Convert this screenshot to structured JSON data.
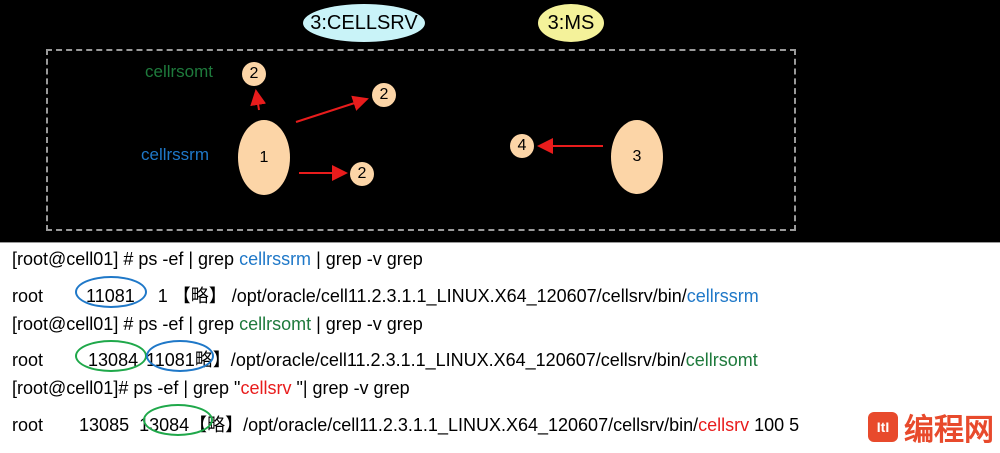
{
  "diagram": {
    "bubble_cellsrv": "3:CELLSRV",
    "bubble_ms": "3:MS",
    "label_cellrsomt": "cellrsomt",
    "label_cellrssrm": "cellrssrm",
    "node_1": "1",
    "node_2a": "2",
    "node_2b": "2",
    "node_2c": "2",
    "node_3": "3",
    "node_4": "4",
    "colors": {
      "node_fill": "#fcd5a7",
      "arrow": "#e81c1c",
      "blue": "#1f78c8",
      "green": "#1e7a3c"
    }
  },
  "terminal": {
    "l1": {
      "prefix": "[root@cell01] # ps -ef | grep ",
      "hl": "cellrssrm",
      "suffix": " | grep -v grep"
    },
    "l2": {
      "user": "root",
      "pid": "11081",
      "rest": "1 【略】 /opt/oracle/cell11.2.3.1.1_LINUX.X64_120607/cellsrv/bin/",
      "proc": "cellrssrm"
    },
    "l3": {
      "prefix": "[root@cell01] # ps -ef | grep ",
      "hl": "cellrsomt",
      "suffix": " | grep -v grep"
    },
    "l4": {
      "user": "root",
      "pid": "13084",
      "ppid": "11081",
      "rest": "略】/opt/oracle/cell11.2.3.1.1_LINUX.X64_120607/cellsrv/bin/",
      "proc": "cellrsomt"
    },
    "l5": {
      "prefix": "[root@cell01]# ps -ef | grep \"",
      "hl": "cellsrv",
      "suffix": " \"| grep -v grep"
    },
    "l6": {
      "user": "root",
      "pid": "13085",
      "ppid": "13084",
      "rest": "【略】/opt/oracle/cell11.2.3.1.1_LINUX.X64_120607/cellsrv/bin/",
      "proc": "cellsrv",
      "tail": " 100 5"
    }
  },
  "watermark": {
    "logo": "ItI",
    "text": "编程网"
  }
}
